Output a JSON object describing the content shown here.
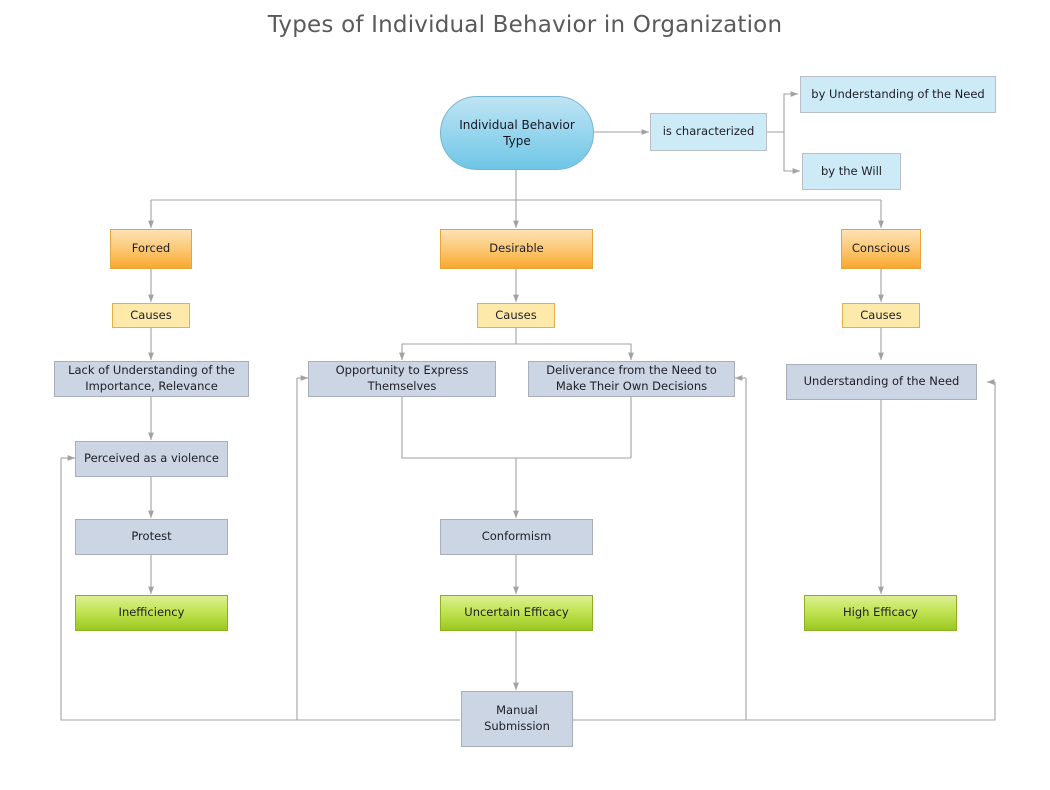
{
  "title": "Types of Individual Behavior in Organization",
  "palette": {
    "root_blue": "#9ed8ef",
    "flat_blue": "#cdeaf7",
    "orange": "#f9a82e",
    "yellow": "#fde9a9",
    "gray": "#ccd5e3",
    "green": "#9ac820",
    "connector": "#9a9a9a",
    "title_text": "#5a5a5a"
  },
  "nodes": {
    "root": {
      "label": "Individual Behavior Type",
      "shape": "rounded-pill",
      "color": "root_blue"
    },
    "characterized": {
      "label": "is characterized",
      "shape": "rect",
      "color": "flat_blue"
    },
    "by_understanding": {
      "label": "by Understanding of the Need",
      "shape": "rect",
      "color": "flat_blue"
    },
    "by_will": {
      "label": "by the Will",
      "shape": "rect",
      "color": "flat_blue"
    },
    "forced": {
      "label": "Forced",
      "shape": "rect",
      "color": "orange"
    },
    "desirable": {
      "label": "Desirable",
      "shape": "rect",
      "color": "orange"
    },
    "conscious": {
      "label": "Conscious",
      "shape": "rect",
      "color": "orange"
    },
    "causes_left": {
      "label": "Causes",
      "shape": "rect",
      "color": "yellow"
    },
    "causes_mid": {
      "label": "Causes",
      "shape": "rect",
      "color": "yellow"
    },
    "causes_right": {
      "label": "Causes",
      "shape": "rect",
      "color": "yellow"
    },
    "lack_understanding": {
      "label": "Lack of Understanding of the Importance, Relevance",
      "shape": "rect",
      "color": "gray"
    },
    "opportunity": {
      "label": "Opportunity to Express Themselves",
      "shape": "rect",
      "color": "gray"
    },
    "deliverance": {
      "label": "Deliverance from the Need to Make Their Own Decisions",
      "shape": "rect",
      "color": "gray"
    },
    "understanding_need": {
      "label": "Understanding of the Need",
      "shape": "rect",
      "color": "gray"
    },
    "perceived_violence": {
      "label": "Perceived as a violence",
      "shape": "rect",
      "color": "gray"
    },
    "protest": {
      "label": "Protest",
      "shape": "rect",
      "color": "gray"
    },
    "conformism": {
      "label": "Conformism",
      "shape": "rect",
      "color": "gray"
    },
    "inefficiency": {
      "label": "Inefficiency",
      "shape": "rect",
      "color": "green"
    },
    "uncertain_efficacy": {
      "label": "Uncertain Efficacy",
      "shape": "rect",
      "color": "green"
    },
    "high_efficacy": {
      "label": "High Efficacy",
      "shape": "rect",
      "color": "green"
    },
    "manual_submission": {
      "label": "Manual Submission",
      "shape": "rect",
      "color": "gray"
    }
  },
  "edges": [
    {
      "from": "root",
      "to": "characterized"
    },
    {
      "from": "characterized",
      "to": "by_understanding"
    },
    {
      "from": "characterized",
      "to": "by_will"
    },
    {
      "from": "root",
      "to": "forced"
    },
    {
      "from": "root",
      "to": "desirable"
    },
    {
      "from": "root",
      "to": "conscious"
    },
    {
      "from": "forced",
      "to": "causes_left"
    },
    {
      "from": "desirable",
      "to": "causes_mid"
    },
    {
      "from": "conscious",
      "to": "causes_right"
    },
    {
      "from": "causes_left",
      "to": "lack_understanding"
    },
    {
      "from": "causes_mid",
      "to": "opportunity"
    },
    {
      "from": "causes_mid",
      "to": "deliverance"
    },
    {
      "from": "causes_right",
      "to": "understanding_need"
    },
    {
      "from": "lack_understanding",
      "to": "perceived_violence"
    },
    {
      "from": "perceived_violence",
      "to": "protest"
    },
    {
      "from": "protest",
      "to": "inefficiency"
    },
    {
      "from": "opportunity",
      "to": "conformism"
    },
    {
      "from": "deliverance",
      "to": "conformism"
    },
    {
      "from": "conformism",
      "to": "uncertain_efficacy"
    },
    {
      "from": "understanding_need",
      "to": "high_efficacy"
    },
    {
      "from": "uncertain_efficacy",
      "to": "manual_submission"
    },
    {
      "from": "manual_submission",
      "to": "perceived_violence"
    },
    {
      "from": "manual_submission",
      "to": "opportunity"
    },
    {
      "from": "manual_submission",
      "to": "deliverance"
    },
    {
      "from": "manual_submission",
      "to": "understanding_need"
    }
  ]
}
